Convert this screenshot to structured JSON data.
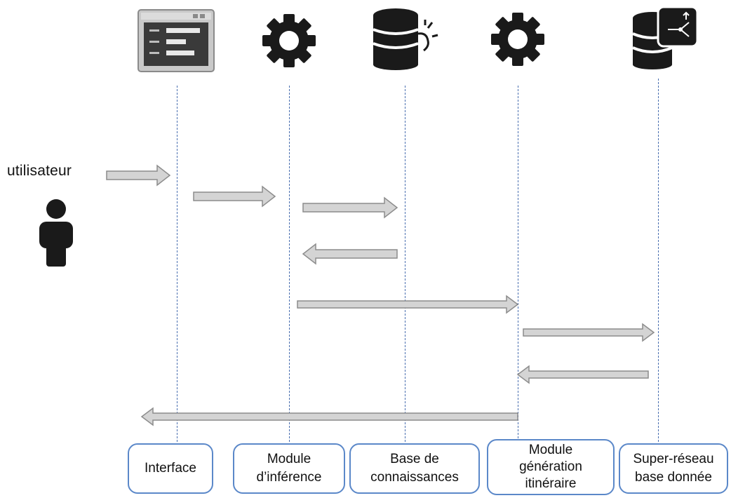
{
  "actor": {
    "label": "utilisateur"
  },
  "components": [
    {
      "id": "interface",
      "label": "Interface",
      "icon": "interface-window-icon"
    },
    {
      "id": "inference",
      "label": "Module\nd’inférence",
      "icon": "gear-icon"
    },
    {
      "id": "knowledge",
      "label": "Base de\nconnaissances",
      "icon": "database-idea-icon"
    },
    {
      "id": "route",
      "label": "Module\ngénération\nitinéraire",
      "icon": "gear-icon"
    },
    {
      "id": "supernet",
      "label": "Super-réseau\nbase donnée",
      "icon": "database-network-icon"
    }
  ],
  "messages": [
    {
      "from": "actor",
      "to": "interface"
    },
    {
      "from": "interface",
      "to": "inference"
    },
    {
      "from": "inference",
      "to": "knowledge"
    },
    {
      "from": "knowledge",
      "to": "inference"
    },
    {
      "from": "inference",
      "to": "route"
    },
    {
      "from": "route",
      "to": "supernet"
    },
    {
      "from": "supernet",
      "to": "route"
    },
    {
      "from": "route",
      "to": "interface"
    }
  ],
  "colors": {
    "box_border": "#5b88c9",
    "lifeline": "#4a6fb0",
    "arrow_fill": "#d4d4d4",
    "arrow_stroke": "#8c8c8c",
    "icon": "#1a1a1a"
  }
}
